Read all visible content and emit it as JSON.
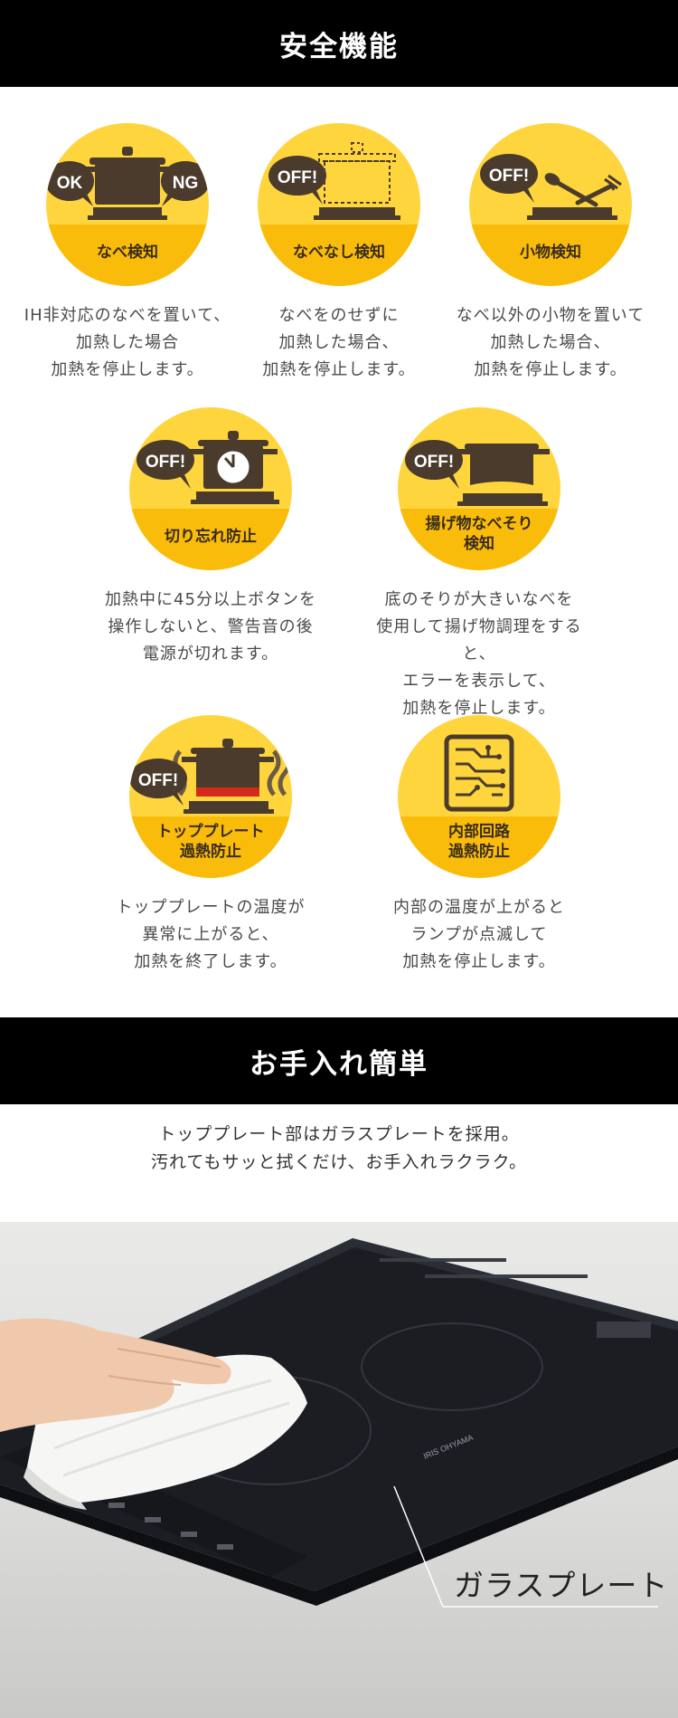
{
  "sections": {
    "safety_title": "安全機能",
    "care_title": "お手入れ簡単"
  },
  "features": [
    {
      "id": "pot-detect",
      "label": "なべ検知",
      "desc": "IH非対応のなべを置いて、\n加熱した場合\n加熱を停止します。",
      "icon": "ok-ng-pot-icon",
      "badges": [
        "OK",
        "NG"
      ]
    },
    {
      "id": "no-pot-detect",
      "label": "なべなし検知",
      "desc": "なべをのせずに\n加熱した場合、\n加熱を停止します。",
      "icon": "empty-cooktop-icon",
      "badges": [
        "OFF!"
      ]
    },
    {
      "id": "small-object-detect",
      "label": "小物検知",
      "desc": "なべ以外の小物を置いて\n加熱した場合、\n加熱を停止します。",
      "icon": "utensils-on-cooktop-icon",
      "badges": [
        "OFF!"
      ]
    },
    {
      "id": "forgot-off",
      "label": "切り忘れ防止",
      "desc": "加熱中に45分以上ボタンを\n操作しないと、警告音の後\n電源が切れます。",
      "icon": "timer-on-cooktop-icon",
      "badges": [
        "OFF!"
      ]
    },
    {
      "id": "fry-warp-detect",
      "label": "揚げ物なべそり\n検知",
      "desc": "底のそりが大きいなべを\n使用して揚げ物調理をすると、\nエラーを表示して、\n加熱を停止します。",
      "icon": "warped-pot-icon",
      "badges": [
        "OFF!"
      ]
    },
    {
      "id": "top-plate-overheat",
      "label": "トッププレート\n過熱防止",
      "desc": "トッププレートの温度が\n異常に上がると、\n加熱を終了します。",
      "icon": "hot-pot-icon",
      "badges": [
        "OFF!"
      ]
    },
    {
      "id": "circuit-overheat",
      "label": "内部回路\n過熱防止",
      "desc": "内部の温度が上がると\nランプが点滅して\n加熱を停止します。",
      "icon": "circuit-board-icon",
      "badges": []
    }
  ],
  "care": {
    "intro": "トッププレート部はガラスプレートを採用。\n汚れてもサッと拭くだけ、お手入れラクラク。",
    "photo_callout": "ガラスプレート",
    "brand_mark": "IRIS OHYAMA"
  },
  "colors": {
    "circle": "#ffd53d",
    "band": "#f9bc0b",
    "icon": "#4a3b2c",
    "header_bg": "#000000"
  }
}
